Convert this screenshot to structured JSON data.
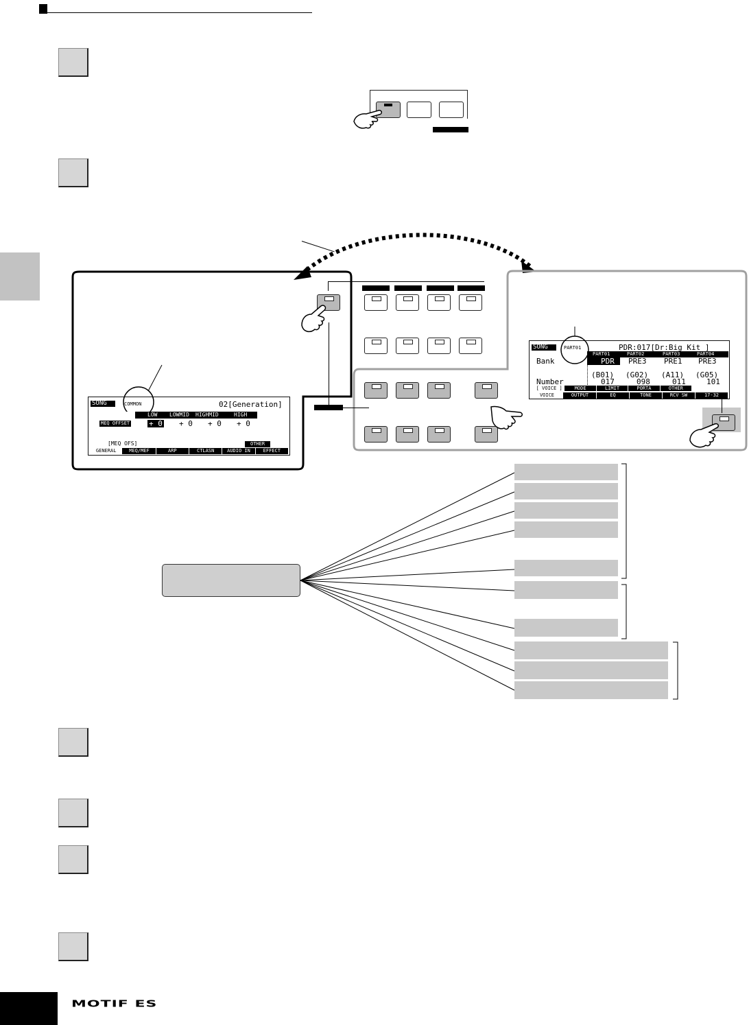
{
  "brand": {
    "logo_text": "MOTIF ES"
  },
  "steps": [
    {
      "id": "step-1"
    },
    {
      "id": "step-2"
    },
    {
      "id": "step-3"
    },
    {
      "id": "step-4"
    },
    {
      "id": "step-5"
    },
    {
      "id": "step-6"
    }
  ],
  "lcd_common": {
    "mode_tab": "SONG",
    "part_label": "COMMON",
    "song_title": "02[Generation]",
    "eq_headers": [
      "LOW",
      "LOWMID",
      "HIGHMID",
      "HIGH"
    ],
    "param_label": "MEQ OFFSET",
    "values": [
      "+ 0",
      "+ 0",
      "+ 0",
      "+ 0"
    ],
    "sub_label": "[MEQ OFS]",
    "other_tab": "OTHER",
    "bottom_tabs": [
      "GENERAL",
      "MEQ/MEF",
      "ARP",
      "CTLASN",
      "AUDIO IN",
      "EFFECT"
    ]
  },
  "lcd_part": {
    "mode_tab": "SONG",
    "part_label": "PART01",
    "title": "PDR:017[Dr:Big Kit  ]",
    "part_headers": [
      "PART01",
      "PART02",
      "PART03",
      "PART04"
    ],
    "bank_label": "Bank",
    "number_label": "Number",
    "bank_values": [
      "PDR",
      "PRE3",
      "PRE1",
      "PRE3"
    ],
    "program_values": [
      "(B01)",
      "(G02)",
      "(A11)",
      "(G05)"
    ],
    "number_values": [
      "017",
      "098",
      "011",
      "101"
    ],
    "sub_tabs": [
      "[ VOICE ]",
      "MODE",
      "LIMIT",
      "PORTA",
      "OTHER"
    ],
    "bottom_tabs": [
      "VOICE",
      "OUTPUT",
      "EQ",
      "TONE",
      "RCV SW",
      "17-32"
    ]
  },
  "colors": {
    "step_fill": "#d6d6d6",
    "panel_border": "#9a9a9a",
    "button_gray": "#b9b9b9",
    "menu_box": "#c9c9c9"
  }
}
